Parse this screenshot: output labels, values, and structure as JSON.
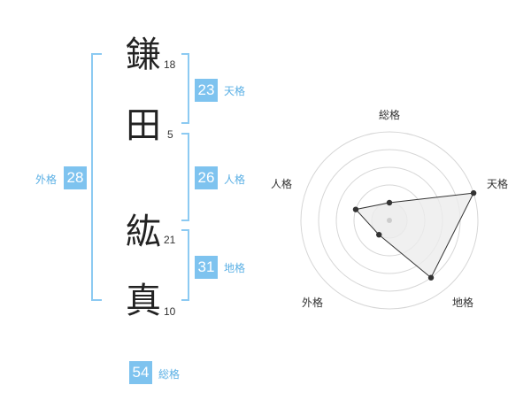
{
  "name_chars": [
    {
      "char": "鎌",
      "strokes": "18"
    },
    {
      "char": "田",
      "strokes": "5"
    },
    {
      "char": "紘",
      "strokes": "21"
    },
    {
      "char": "真",
      "strokes": "10"
    }
  ],
  "fortunes": {
    "tenkaku": {
      "value": "23",
      "label": "天格"
    },
    "jinkaku": {
      "value": "26",
      "label": "人格"
    },
    "chikaku": {
      "value": "31",
      "label": "地格"
    },
    "gaikaku": {
      "value": "28",
      "label": "外格"
    },
    "soukaku": {
      "value": "54",
      "label": "総格"
    }
  },
  "radar": {
    "axes": [
      "総格",
      "天格",
      "地格",
      "外格",
      "人格"
    ],
    "levels": 5,
    "scores": [
      1,
      5,
      4,
      1,
      2
    ]
  },
  "colors": {
    "accent": "#7ec3ef",
    "label": "#5bb0e5",
    "bracket": "#8ccaf2",
    "radar_fill": "#ececec",
    "ring": "#d6d6d6",
    "point": "#333333"
  }
}
